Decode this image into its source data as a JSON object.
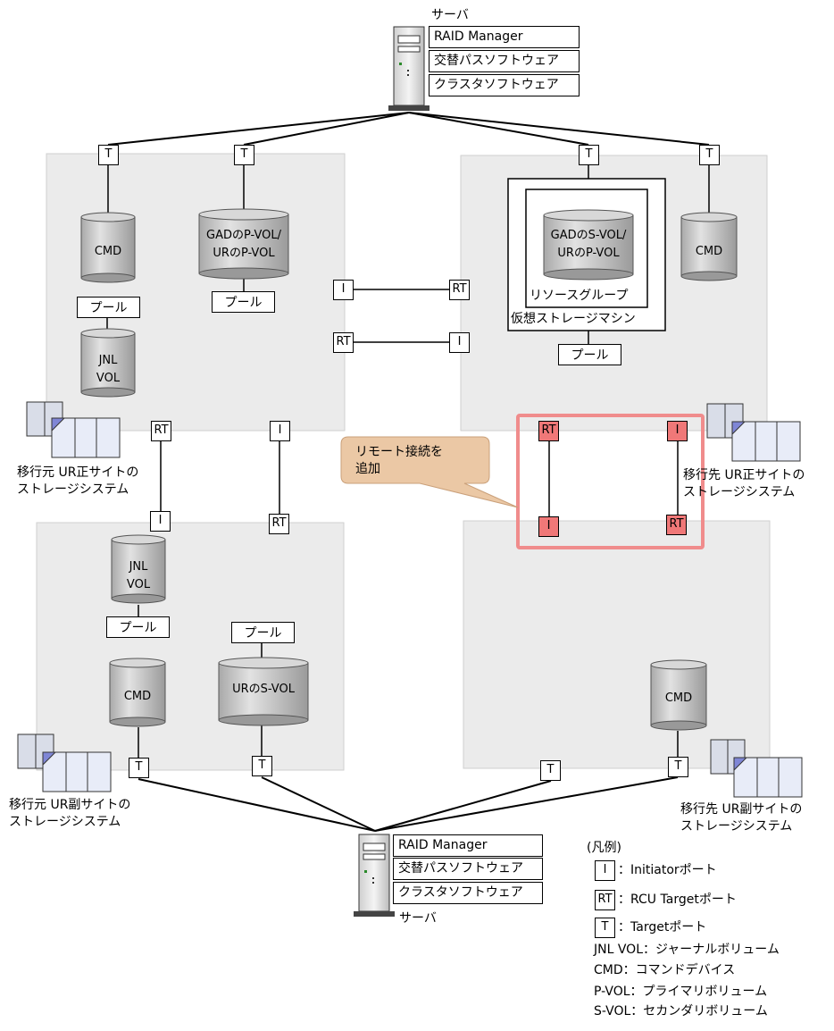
{
  "top_server": {
    "label": "サーバ",
    "software": [
      "RAID Manager",
      "交替パスソフトウェア",
      "クラスタソフトウェア"
    ]
  },
  "bottom_server": {
    "label": "サーバ",
    "software": [
      "RAID Manager",
      "交替パスソフトウェア",
      "クラスタソフトウェア"
    ]
  },
  "ports": {
    "target": "T",
    "initiator": "I",
    "rcu_target": "RT"
  },
  "volumes": {
    "cmd": "CMD",
    "jnl_line1": "JNL",
    "jnl_line2": "VOL",
    "gad_pvol_line1": "GADのP-VOL/",
    "gad_pvol_line2": "URのP-VOL",
    "gad_svol_line1": "GADのS-VOL/",
    "gad_svol_line2": "URのP-VOL",
    "ur_svol": "URのS-VOL"
  },
  "pool_label": "プール",
  "resource_group": "リソースグループ",
  "virtual_storage": "仮想ストレージマシン",
  "callout": {
    "line1": "リモート接続を",
    "line2": "追加"
  },
  "storage_systems": {
    "src_primary": [
      "移行元 UR正サイトの",
      "ストレージシステム"
    ],
    "dst_primary": [
      "移行先 UR正サイトの",
      "ストレージシステム"
    ],
    "src_secondary": [
      "移行元 UR副サイトの",
      "ストレージシステム"
    ],
    "dst_secondary": [
      "移行先 UR副サイトの",
      "ストレージシステム"
    ]
  },
  "legend": {
    "title": "(凡例)",
    "initiator": "：Initiatorポート",
    "rcu_target": "：RCU Targetポート",
    "target": "：Targetポート",
    "jnl": "JNL VOL：ジャーナルボリューム",
    "cmd": "CMD：コマンドデバイス",
    "pvol": "P-VOL：プライマリボリューム",
    "svol": "S-VOL：セカンダリボリューム"
  },
  "colors": {
    "site_fill": "#ebebeb",
    "highlight": "#f08c8c",
    "red_port": "#f07878",
    "callout_fill": "#ebc8a5"
  }
}
